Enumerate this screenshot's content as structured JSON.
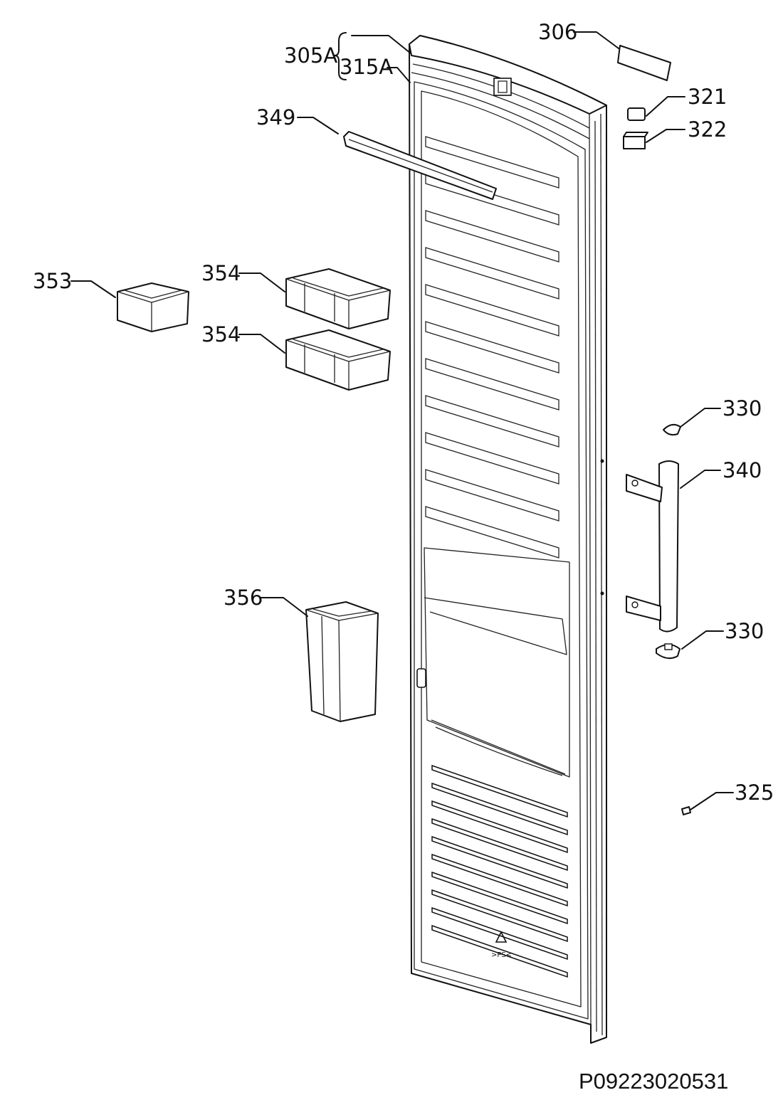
{
  "diagram": {
    "document_code": "P09223020531",
    "recycling_mark": ">PS<",
    "callouts": [
      {
        "id": "306",
        "text": "306"
      },
      {
        "id": "305A",
        "text": "305A"
      },
      {
        "id": "315A",
        "text": "315A"
      },
      {
        "id": "321",
        "text": "321"
      },
      {
        "id": "322",
        "text": "322"
      },
      {
        "id": "349",
        "text": "349"
      },
      {
        "id": "353",
        "text": "353"
      },
      {
        "id": "354a",
        "text": "354"
      },
      {
        "id": "354b",
        "text": "354"
      },
      {
        "id": "330a",
        "text": "330"
      },
      {
        "id": "340",
        "text": "340"
      },
      {
        "id": "356",
        "text": "356"
      },
      {
        "id": "330b",
        "text": "330"
      },
      {
        "id": "325",
        "text": "325"
      }
    ]
  }
}
